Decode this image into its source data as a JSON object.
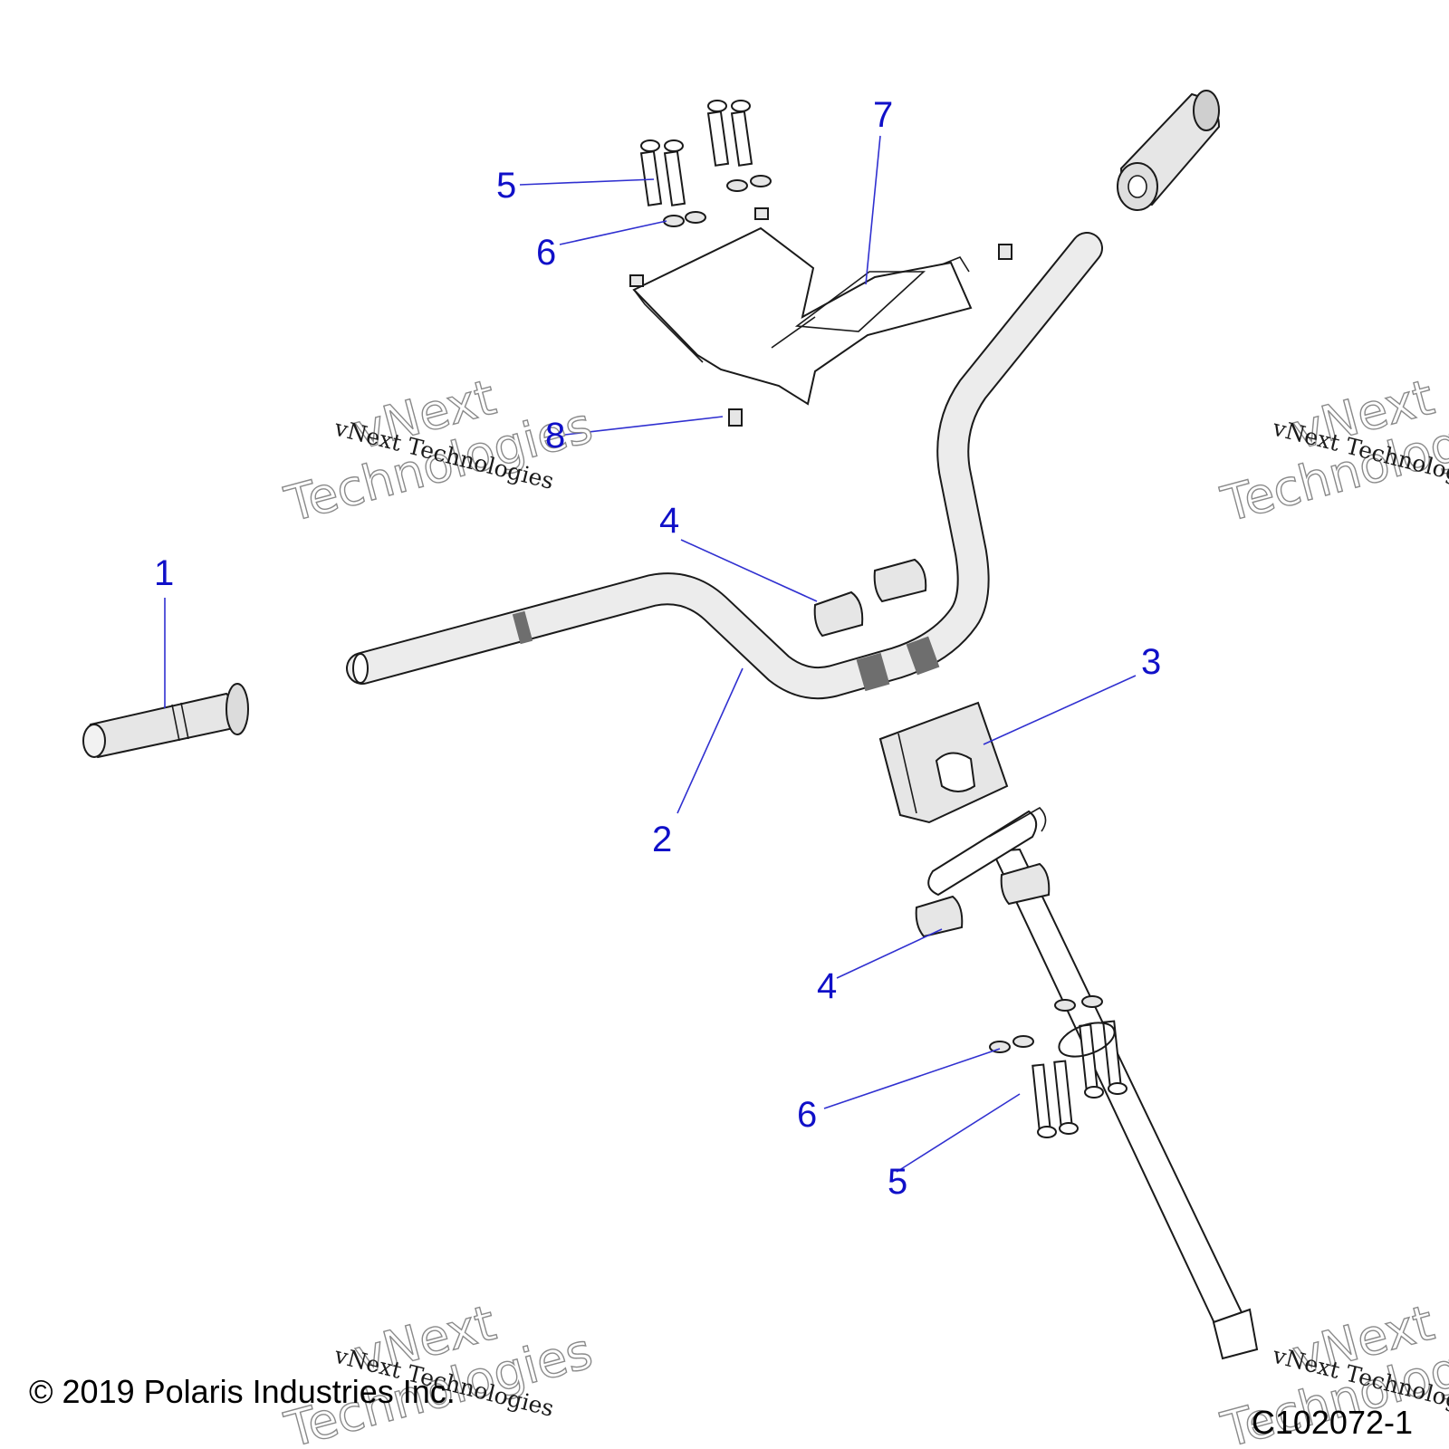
{
  "diagram": {
    "copyright": "© 2019 Polaris Industries Inc.",
    "figure_id": "C102072-1",
    "watermark": {
      "line_small": "vNext Technologies",
      "line_big_1": "vNext",
      "line_big_2": "Technologies"
    },
    "callouts": [
      {
        "id": "c1",
        "label": "1"
      },
      {
        "id": "c2",
        "label": "2"
      },
      {
        "id": "c3",
        "label": "3"
      },
      {
        "id": "c4a",
        "label": "4"
      },
      {
        "id": "c4b",
        "label": "4"
      },
      {
        "id": "c5a",
        "label": "5"
      },
      {
        "id": "c5b",
        "label": "5"
      },
      {
        "id": "c6a",
        "label": "6"
      },
      {
        "id": "c6b",
        "label": "6"
      },
      {
        "id": "c7",
        "label": "7"
      },
      {
        "id": "c8",
        "label": "8"
      }
    ],
    "colors": {
      "callout": "#1010c8",
      "leader": "#3030d0",
      "part_fill": "#e6e6e6",
      "outline": "#1a1a1a"
    }
  }
}
